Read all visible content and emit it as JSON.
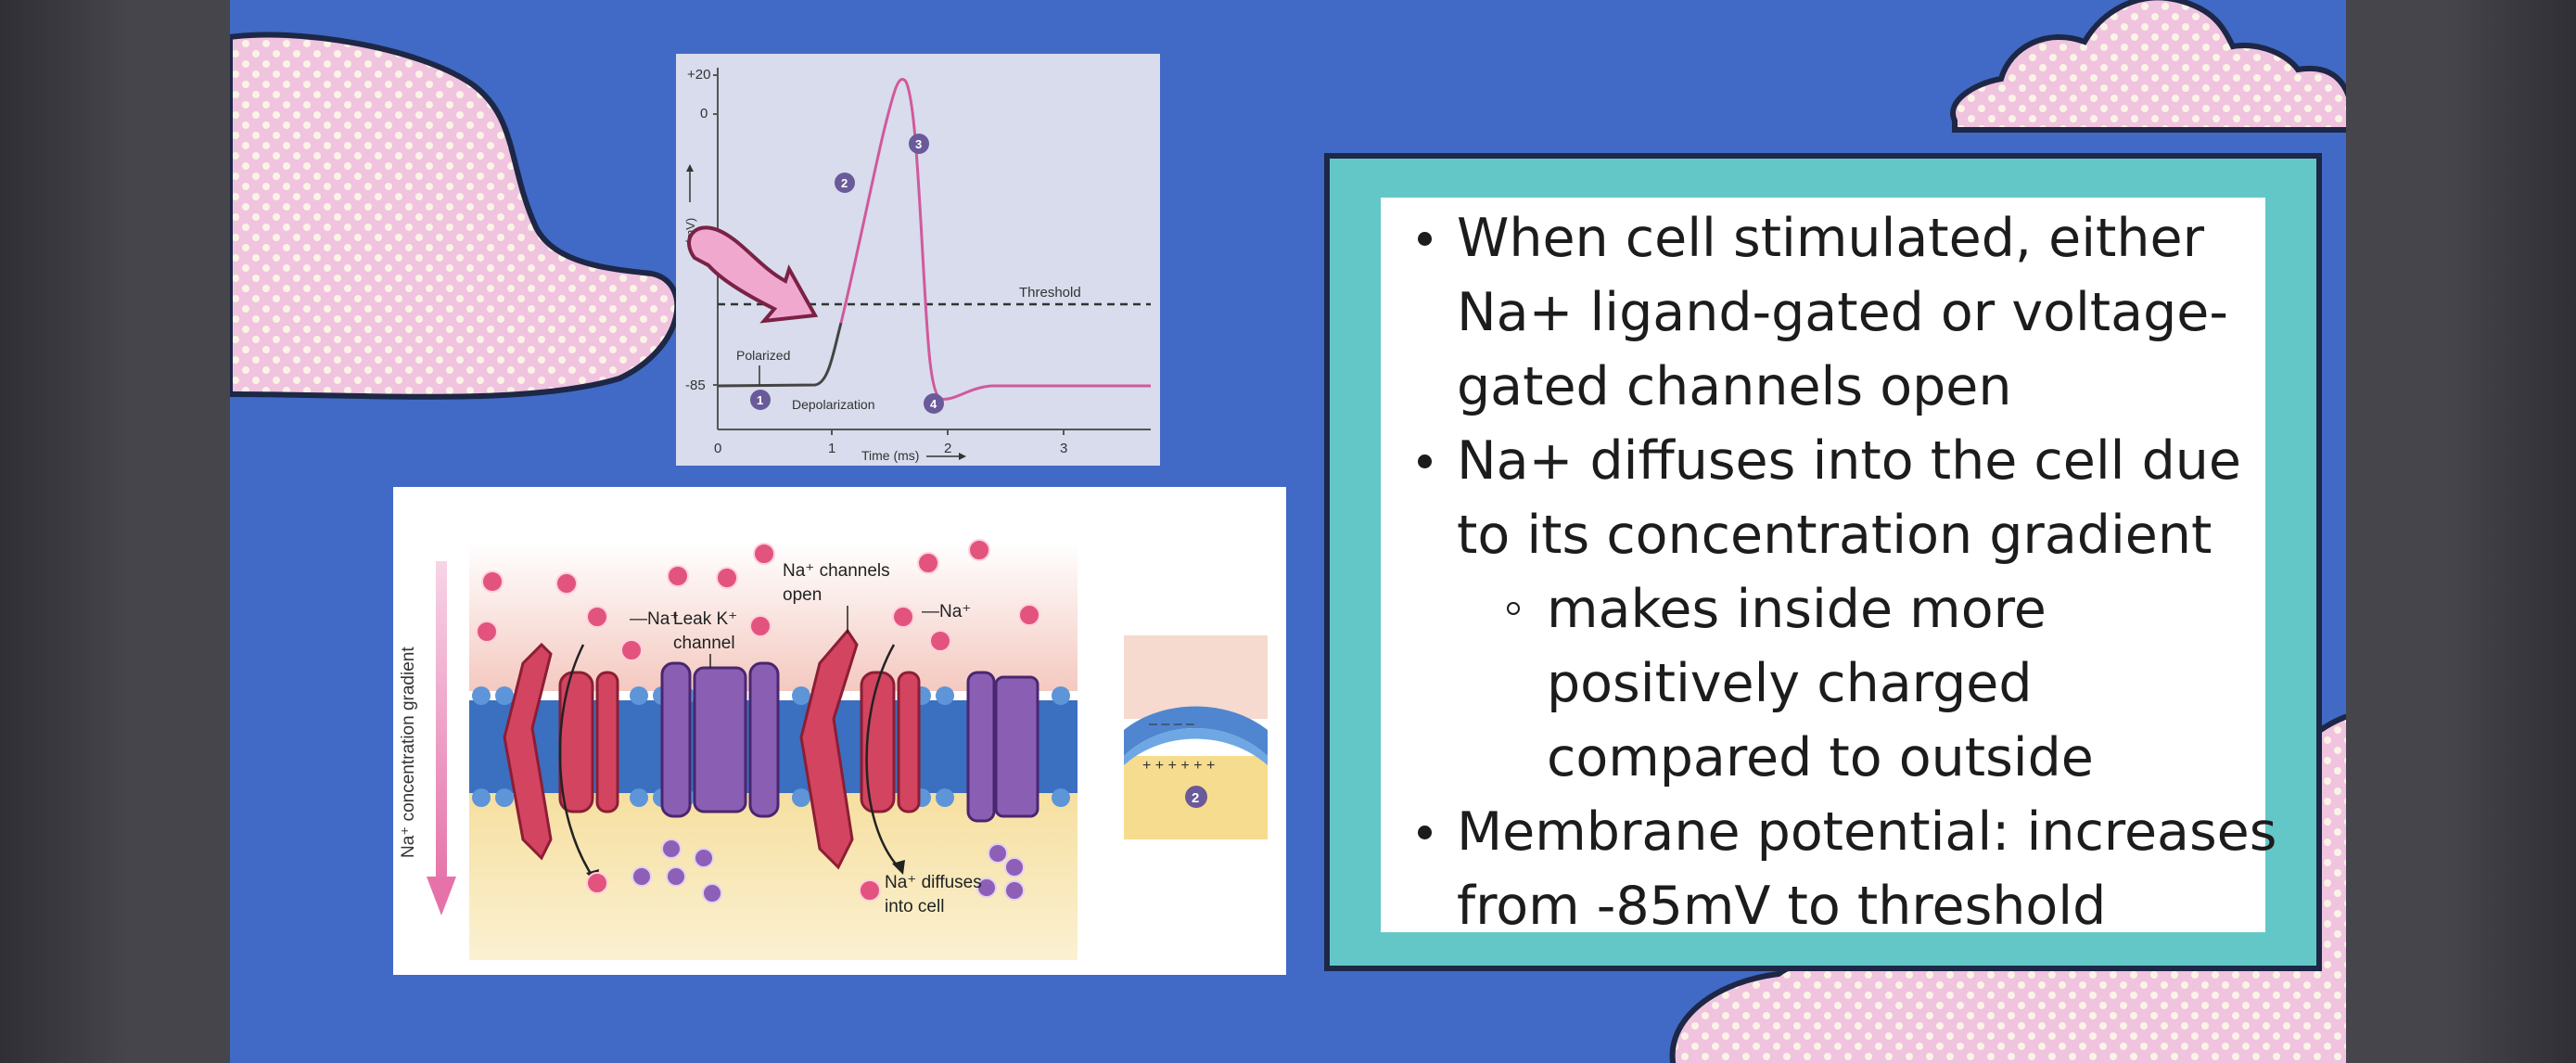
{
  "graph": {
    "y_ticks": [
      "+20",
      "0",
      "-85"
    ],
    "y_axis_label": "(mV)",
    "x_ticks": [
      "0",
      "1",
      "2",
      "3"
    ],
    "x_axis_label": "Time (ms)",
    "threshold_label": "Threshold",
    "polarized_label": "Polarized",
    "depolarization_label": "Depolarization",
    "markers": [
      "1",
      "2",
      "3",
      "4"
    ]
  },
  "membrane": {
    "gradient_label": "Na⁺ concentration gradient",
    "label_na_left": "Na⁺",
    "label_leak_k": "Leak K⁺",
    "label_channel": "channel",
    "label_channels_open_1": "Na⁺ channels",
    "label_channels_open_2": "open",
    "label_na_right": "Na⁺",
    "label_diffuses_1": "Na⁺ diffuses",
    "label_diffuses_2": "into cell",
    "marker": "2"
  },
  "text": {
    "b1_l1": "When cell stimulated, either",
    "b1_l2": "Na+ ligand-gated or voltage-",
    "b1_l3": "gated channels open",
    "b2_l1": "Na+ diffuses into the cell due",
    "b2_l2": "to its concentration gradient",
    "s1_l1": "makes inside more",
    "s1_l2": "positively charged",
    "s1_l3": "compared to outside",
    "b3_l1": "Membrane potential: increases",
    "b3_l2": "from -85mV to threshold"
  },
  "colors": {
    "slide_bg": "#4169c6",
    "cloud_pink": "#f2c4e0",
    "frame_teal": "#64c7c7",
    "curve_pink": "#d1599c"
  }
}
